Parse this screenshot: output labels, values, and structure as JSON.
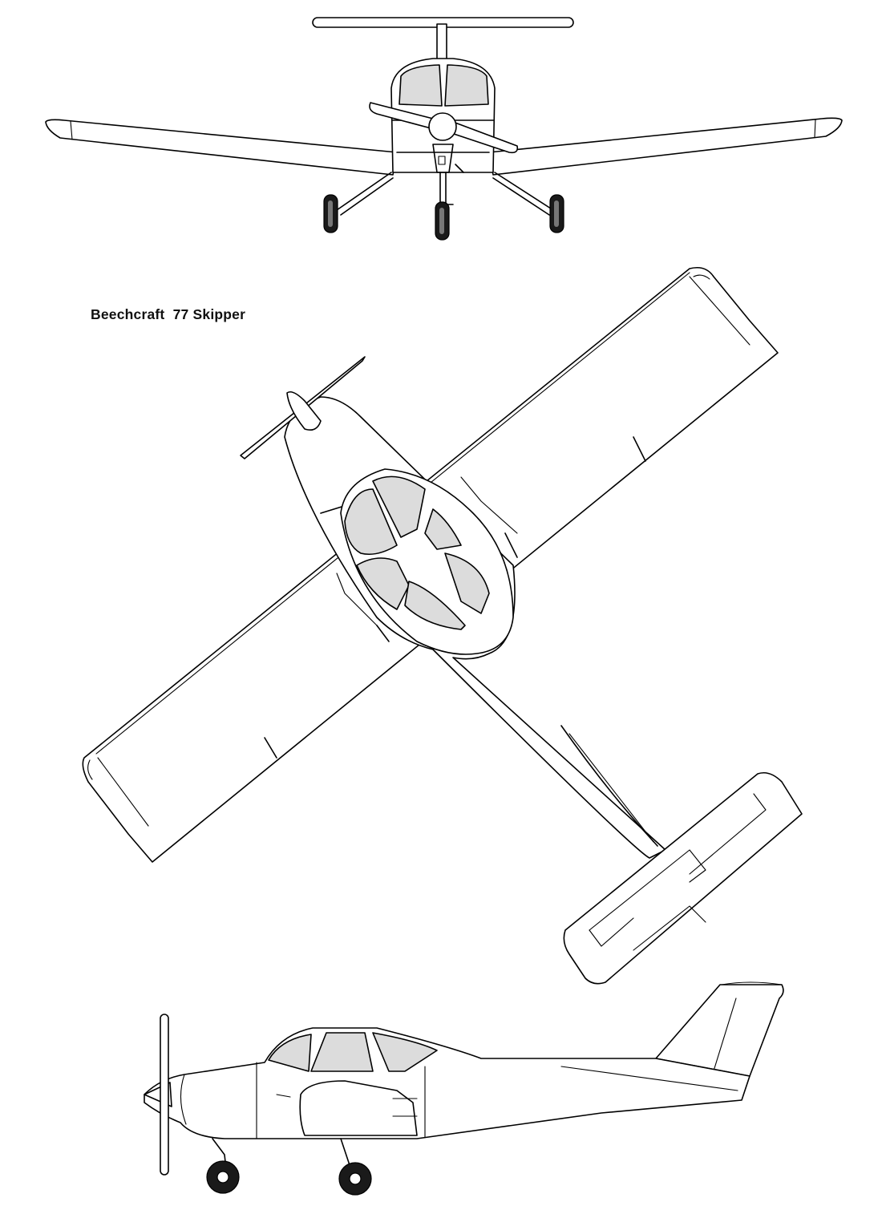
{
  "drawing": {
    "title": "Beechcraft  77 Skipper",
    "views": [
      "front",
      "top",
      "side"
    ]
  },
  "colors": {
    "line": "#000000",
    "glazing": "#dcdcdc",
    "background": "#ffffff"
  }
}
